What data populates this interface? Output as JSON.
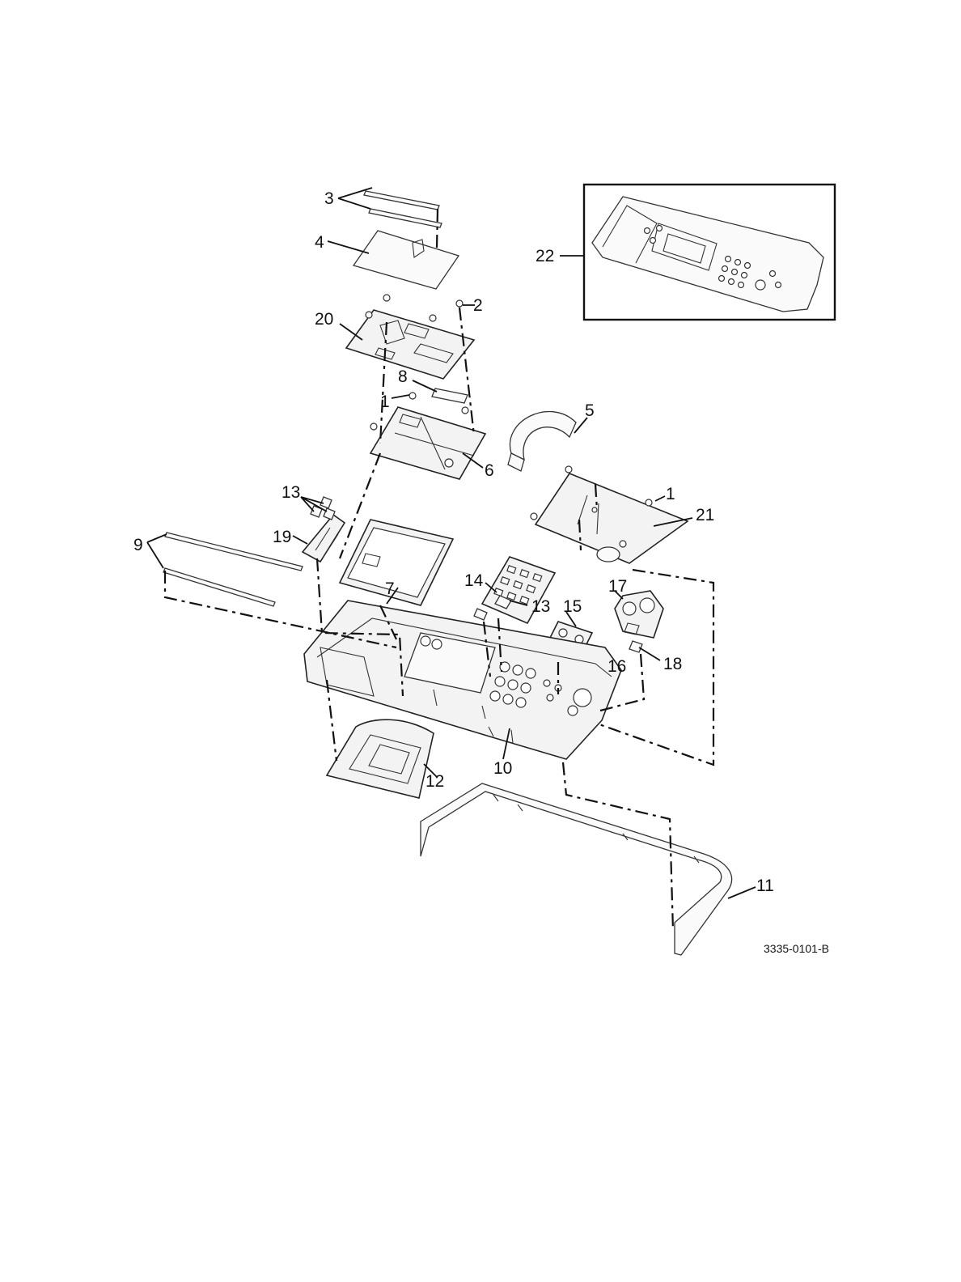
{
  "figure_id": "3335-0101-B",
  "callouts": [
    {
      "n": "1"
    },
    {
      "n": "1"
    },
    {
      "n": "2"
    },
    {
      "n": "3"
    },
    {
      "n": "4"
    },
    {
      "n": "5"
    },
    {
      "n": "6"
    },
    {
      "n": "7"
    },
    {
      "n": "8"
    },
    {
      "n": "9"
    },
    {
      "n": "10"
    },
    {
      "n": "11"
    },
    {
      "n": "12"
    },
    {
      "n": "13"
    },
    {
      "n": "13"
    },
    {
      "n": "14"
    },
    {
      "n": "15"
    },
    {
      "n": "16"
    },
    {
      "n": "17"
    },
    {
      "n": "18"
    },
    {
      "n": "19"
    },
    {
      "n": "20"
    },
    {
      "n": "21"
    },
    {
      "n": "22"
    }
  ]
}
